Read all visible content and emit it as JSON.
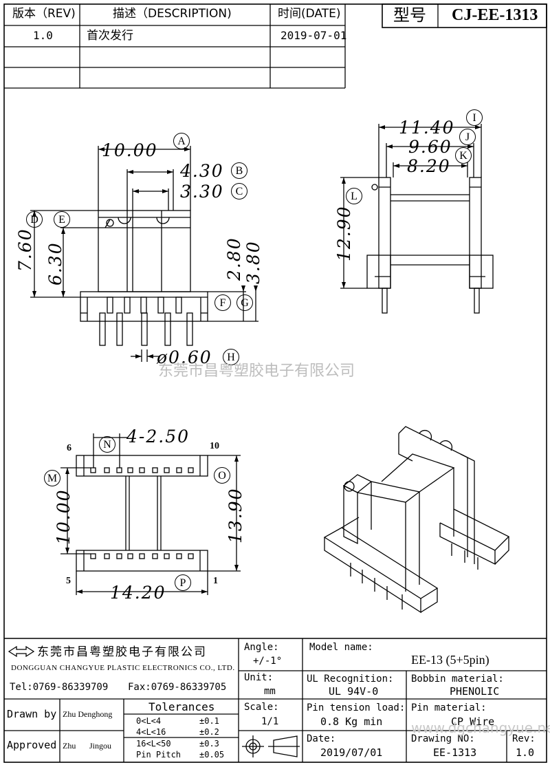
{
  "revision_table": {
    "headers": [
      "版本（REV)",
      "描述（DESCRIPTION)",
      "时间(DATE)"
    ],
    "rows": [
      [
        "1.0",
        "首次发行",
        "2019-07-01"
      ],
      [
        "",
        "",
        ""
      ],
      [
        "",
        "",
        ""
      ]
    ]
  },
  "model_box": {
    "label": "型号",
    "value": "CJ-EE-1313"
  },
  "dimensions": {
    "A": "10.00",
    "B": "4.30",
    "C": "3.30",
    "D": "7.60",
    "E": "6.30",
    "F": "2.80",
    "G": "3.80",
    "H": "ø0.60",
    "I": "11.40",
    "J": "9.60",
    "K": "8.20",
    "L": "12.90",
    "M": "10.00",
    "N": "4-2.50",
    "O": "13.90",
    "P": "14.20"
  },
  "dimension_markers": [
    "A",
    "B",
    "C",
    "D",
    "E",
    "F",
    "G",
    "H",
    "I",
    "J",
    "K",
    "L",
    "M",
    "N",
    "O",
    "P"
  ],
  "pin_numbers": {
    "top_left": "6",
    "top_right": "10",
    "bottom_left": "5",
    "bottom_right": "1"
  },
  "watermark": "东莞市昌粤塑胶电子有限公司",
  "watermark_url": "www.dgchangyue.net",
  "title_block": {
    "company_cn": "东莞市昌粤塑胶电子有限公司",
    "company_en": "DONGGUAN CHANGYUE PLASTIC ELECTRONICS CO., LTD.",
    "tel": "Tel:0769-86339709",
    "fax": "Fax:0769-86339705",
    "angle_label": "Angle:",
    "angle_value": "+/-1°",
    "unit_label": "Unit:",
    "unit_value": "mm",
    "scale_label": "Scale:",
    "scale_value": "1/1",
    "model_name_label": "Model name:",
    "model_name_value": "EE-13 (5+5pin)",
    "ul_label": "UL Recognition:",
    "ul_value": "UL 94V-0",
    "bobbin_label": "Bobbin material:",
    "bobbin_value": "PHENOLIC",
    "pin_tension_label": "Pin tension load:",
    "pin_tension_value": "0.8 Kg min",
    "pin_material_label": "Pin material:",
    "pin_material_value": "CP Wire",
    "date_label": "Date:",
    "date_value": "2019/07/01",
    "drawing_no_label": "Drawing NO:",
    "drawing_no_value": "EE-1313",
    "rev_label": "Rev:",
    "rev_value": "1.0",
    "drawn_by_label": "Drawn by",
    "drawn_by_value": "Zhu Denghong",
    "approved_label": "Approved",
    "approved_value_1": "Zhu",
    "approved_value_2": "Jingou",
    "tolerances_label": "Tolerances",
    "tolerances": [
      {
        "range": "0<L<4",
        "value": "±0.1"
      },
      {
        "range": "4<L<16",
        "value": "±0.2"
      },
      {
        "range": "16<L<50",
        "value": "±0.3"
      },
      {
        "range": "Pin Pitch",
        "value": "±0.05"
      }
    ]
  }
}
